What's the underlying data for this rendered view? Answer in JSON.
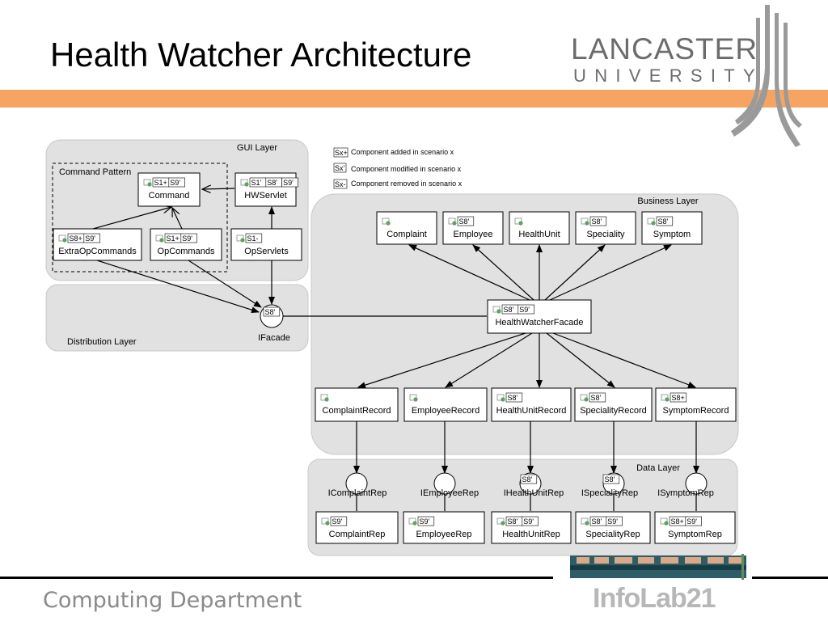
{
  "title": "Health Watcher Architecture",
  "logo": {
    "line1": "LANCASTER",
    "line2": "UNIVERSITY"
  },
  "footer": {
    "department": "Computing Department",
    "lab": "InfoLab21"
  },
  "legend": [
    {
      "tag": "Sx+",
      "text": "Component added in scenario x"
    },
    {
      "tag": "Sx'",
      "text": "Component modified in scenario x"
    },
    {
      "tag": "Sx-",
      "text": "Component removed in scenario x"
    }
  ],
  "layers": {
    "gui": "GUI Layer",
    "command_pattern": "Command Pattern",
    "distribution": "Distribution Layer",
    "business": "Business Layer",
    "data": "Data Layer"
  },
  "components": {
    "command": {
      "label": "Command",
      "tags": [
        "S1+",
        "S9'"
      ]
    },
    "hwservlet": {
      "label": "HWServlet",
      "tags": [
        "S1'",
        "S8'",
        "S9'"
      ]
    },
    "extraopcommands": {
      "label": "ExtraOpCommands",
      "tags": [
        "S8+",
        "S9'"
      ]
    },
    "opcommands": {
      "label": "OpCommands",
      "tags": [
        "S1+",
        "S9'"
      ]
    },
    "opservlets": {
      "label": "OpServlets",
      "tags": [
        "S1-"
      ]
    },
    "complaint": {
      "label": "Complaint",
      "tags": []
    },
    "employee": {
      "label": "Employee",
      "tags": [
        "S8'"
      ]
    },
    "healthunit": {
      "label": "HealthUnit",
      "tags": []
    },
    "speciality": {
      "label": "Speciality",
      "tags": [
        "S8'"
      ]
    },
    "symptom": {
      "label": "Symptom",
      "tags": [
        "S8'"
      ]
    },
    "facade": {
      "label": "HealthWatcherFacade",
      "tags": [
        "S8'",
        "S9'"
      ]
    },
    "complaintrecord": {
      "label": "ComplaintRecord",
      "tags": []
    },
    "employeerecord": {
      "label": "EmployeeRecord",
      "tags": []
    },
    "healthunitrecord": {
      "label": "HealthUnitRecord",
      "tags": [
        "S8'"
      ]
    },
    "specialityrecord": {
      "label": "SpecialityRecord",
      "tags": [
        "S8'"
      ]
    },
    "symptomrecord": {
      "label": "SymptomRecord",
      "tags": [
        "S8+"
      ]
    },
    "complaintrep": {
      "label": "ComplaintRep",
      "tags": [
        "S9'"
      ]
    },
    "employeerep": {
      "label": "EmployeeRep",
      "tags": [
        "S9'"
      ]
    },
    "healthunitrep": {
      "label": "HealthUnitRep",
      "tags": [
        "S8'",
        "S9'"
      ]
    },
    "specialityrep": {
      "label": "SpecialityRep",
      "tags": [
        "S8'",
        "S9'"
      ]
    },
    "symptomrep": {
      "label": "SymptomRep",
      "tags": [
        "S8+",
        "S9'"
      ]
    }
  },
  "interfaces": {
    "ifacade": {
      "label": "IFacade",
      "tags": [
        "S8'"
      ]
    },
    "icomplaintrep": {
      "label": "IComplaintRep",
      "tags": []
    },
    "iemployeerep": {
      "label": "IEmployeeRep",
      "tags": []
    },
    "ihealthunitrep": {
      "label": "IHealthUnitRep",
      "tags": [
        "S8'"
      ]
    },
    "ispecialityrep": {
      "label": "ISpecialityRep",
      "tags": [
        "S8'"
      ]
    },
    "isymptomrep": {
      "label": "ISymptomRep",
      "tags": []
    }
  },
  "colors": {
    "band": "#f6a464",
    "layer_fill": "#e1e1e1",
    "logo_gray": "#6c6c6c",
    "footer_gray": "#8a8a8a",
    "component_icon": "#5aa65a"
  }
}
